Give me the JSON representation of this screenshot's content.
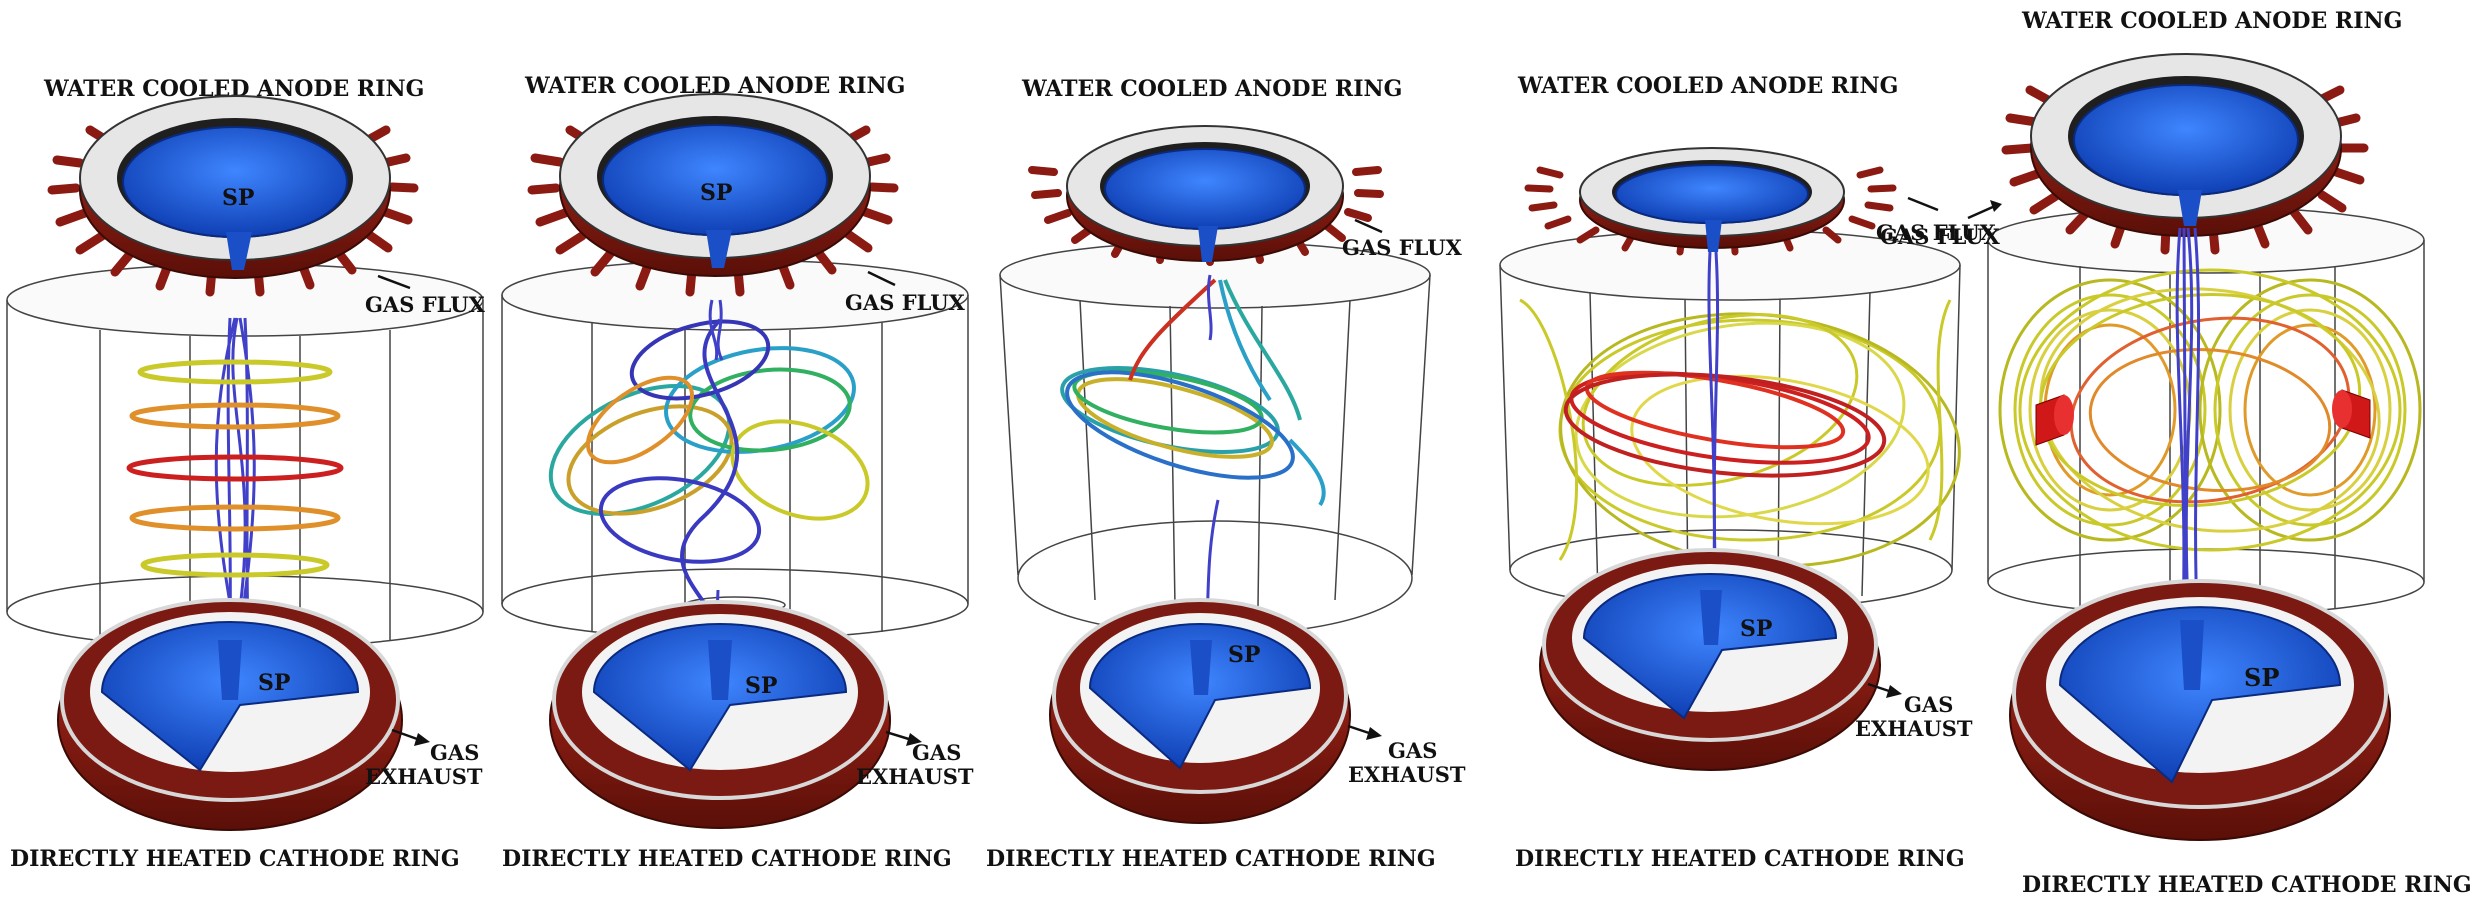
{
  "panels": [
    {
      "top_label": "WATER COOLED ANODE RING",
      "bottom_label": "DIRECTLY HEATED CATHODE RING",
      "top_sp": "SP",
      "bottom_sp": "SP",
      "gas_in": "GAS FLUX",
      "gas_out_1": "GAS",
      "gas_out_2": "EXHAUST"
    },
    {
      "top_label": "WATER COOLED ANODE RING",
      "bottom_label": "DIRECTLY HEATED CATHODE RING",
      "top_sp": "SP",
      "bottom_sp": "SP",
      "gas_in": "GAS FLUX",
      "gas_out_1": "GAS",
      "gas_out_2": "EXHAUST"
    },
    {
      "top_label": "WATER COOLED ANODE RING",
      "bottom_label": "DIRECTLY HEATED CATHODE RING",
      "bottom_sp": "SP",
      "gas_in": "GAS FLUX",
      "gas_out_1": "GAS",
      "gas_out_2": "EXHAUST"
    },
    {
      "top_label": "WATER COOLED ANODE RING",
      "bottom_label": "DIRECTLY HEATED CATHODE RING",
      "bottom_sp": "SP",
      "gas_in": "GAS FLUX",
      "gas_out_1": "GAS",
      "gas_out_2": "EXHAUST"
    },
    {
      "top_label": "WATER COOLED ANODE RING",
      "bottom_label": "DIRECTLY HEATED CATHODE RING",
      "bottom_sp": "SP",
      "gas_in": "GAS FLUX"
    }
  ],
  "colors": {
    "ring_red": "#8b1a12",
    "ring_light": "#e6e6e6",
    "sp_blue": "#1f5fe0",
    "arc_blue": "#3a3acf",
    "cylinder_line": "#444444"
  }
}
